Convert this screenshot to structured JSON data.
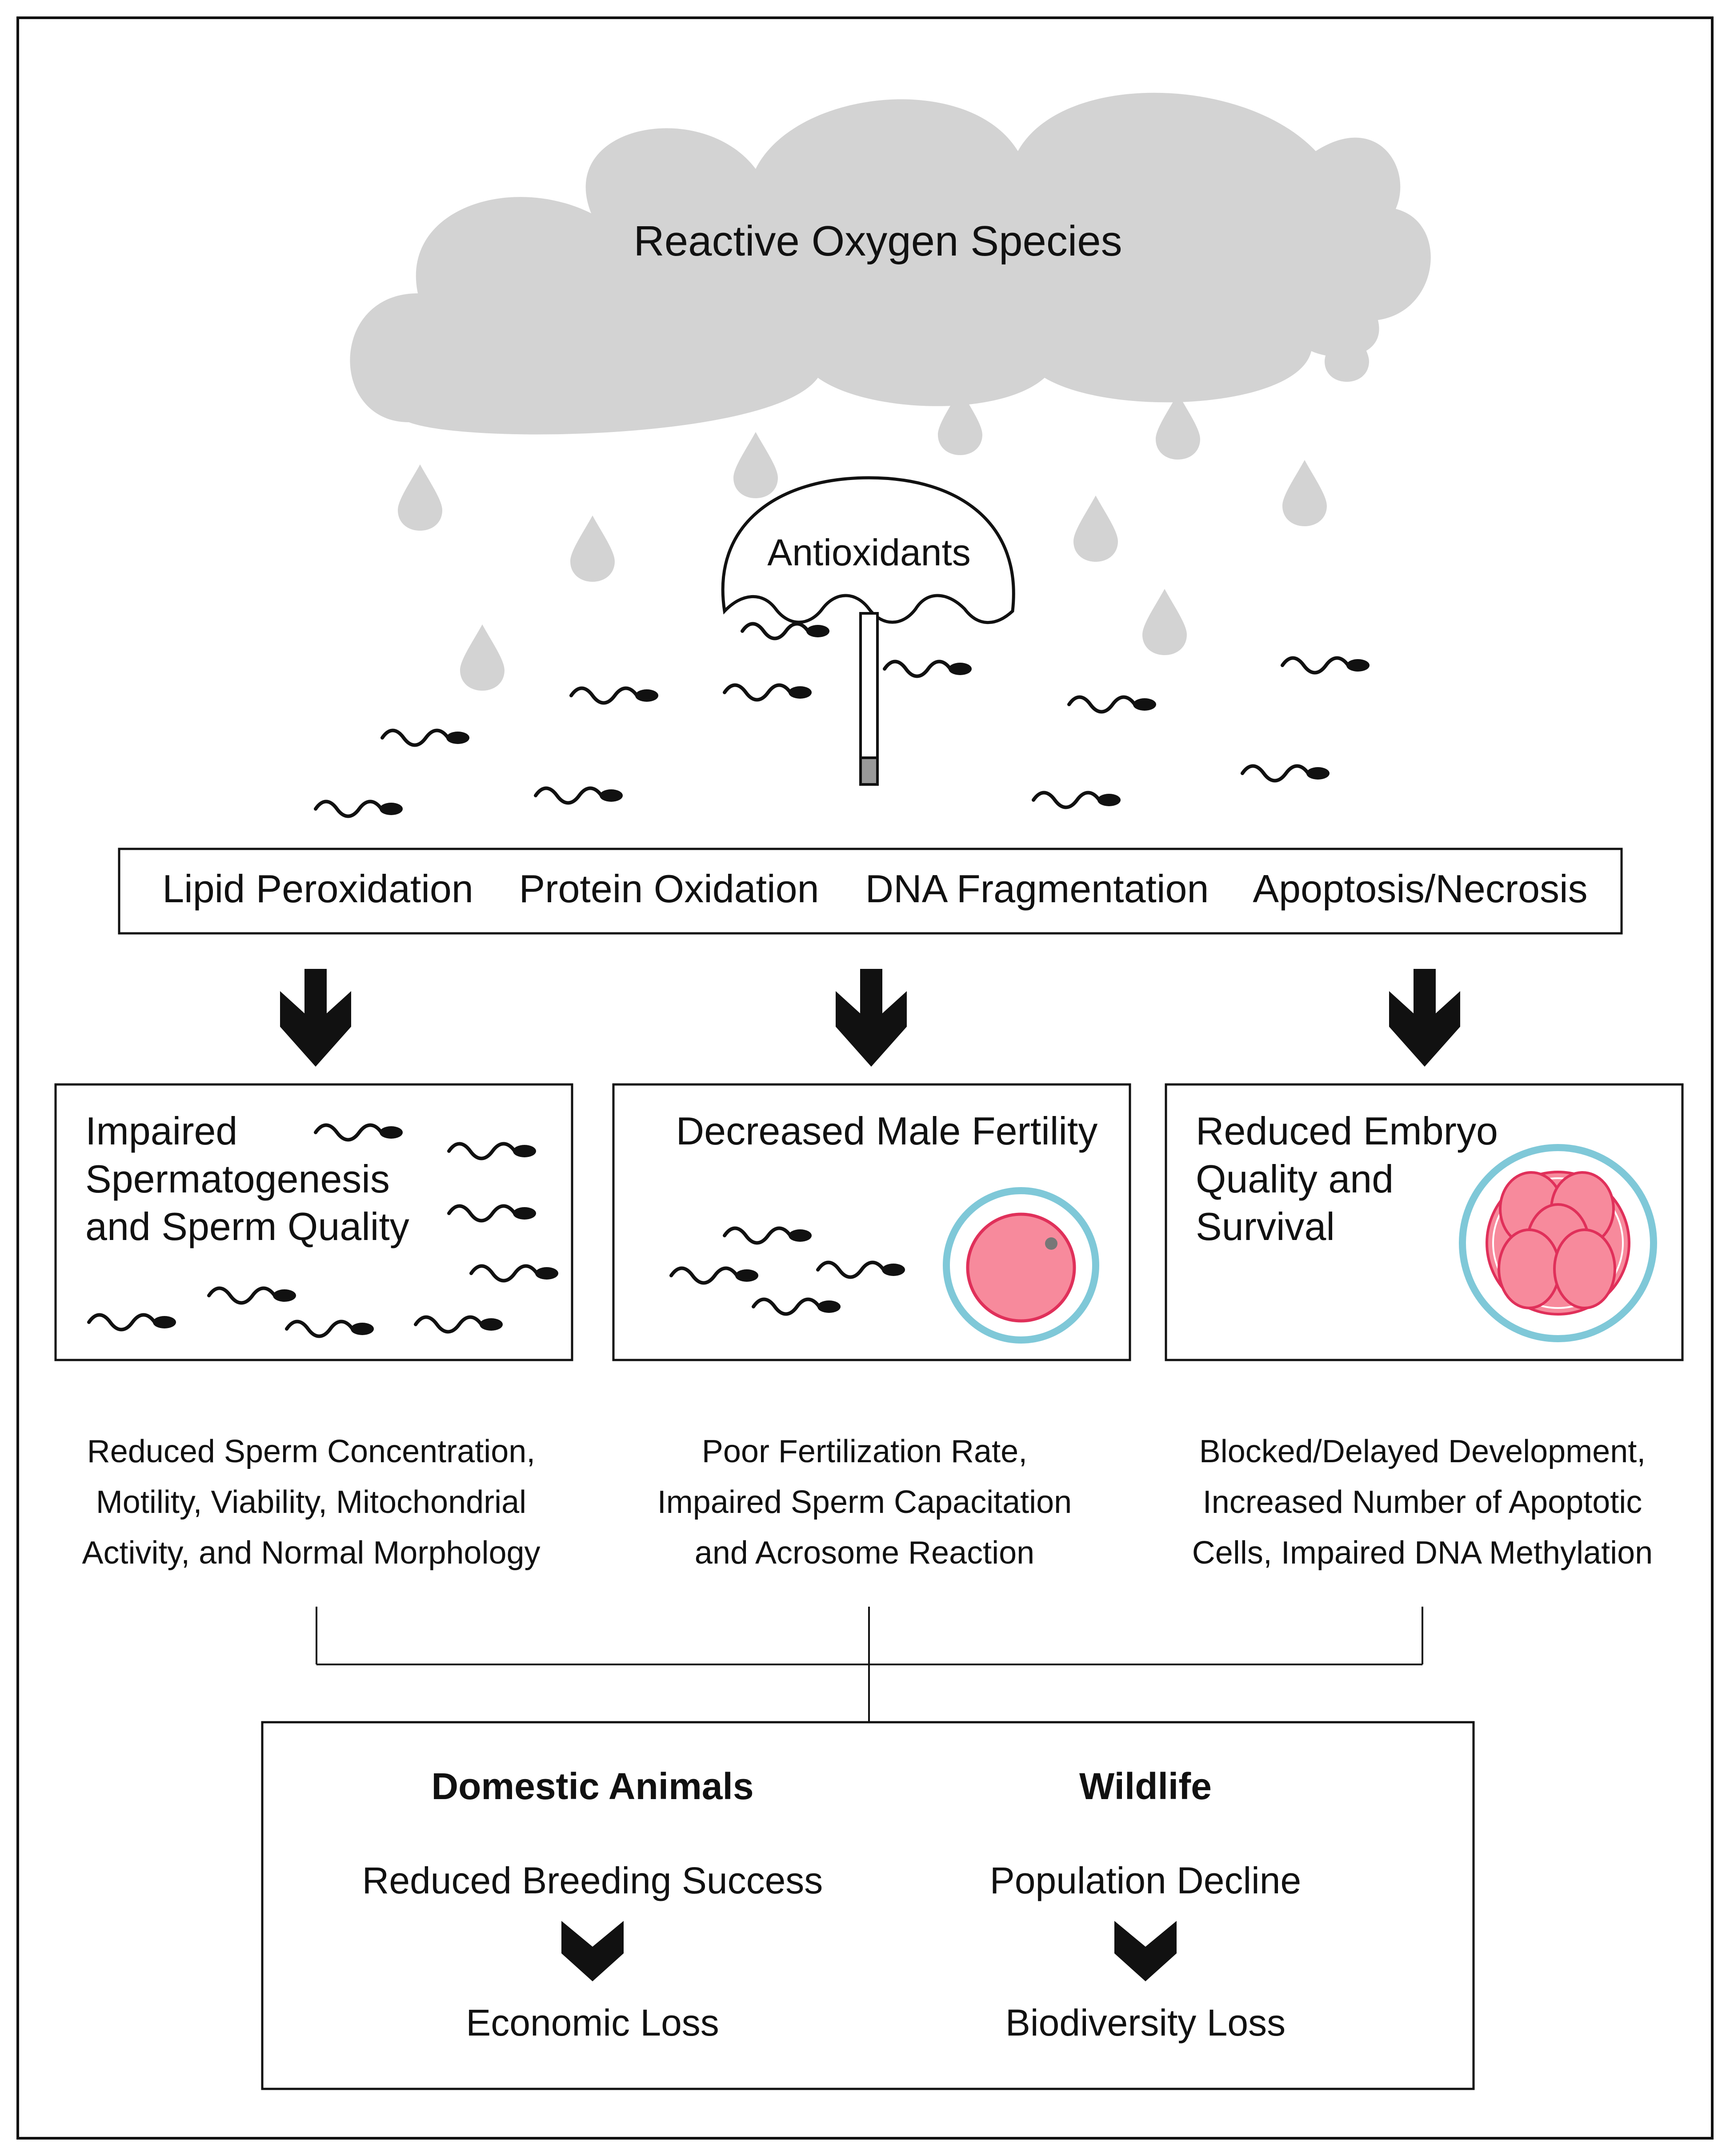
{
  "cloud": {
    "label": "Reactive Oxygen Species",
    "color": "#d3d3d3"
  },
  "umbrella": {
    "label": "Antioxidants"
  },
  "effects": [
    "Lipid Peroxidation",
    "Protein Oxidation",
    "DNA Fragmentation",
    "Apoptosis/Necrosis"
  ],
  "panels": [
    {
      "title_lines": [
        "Impaired",
        "Spermatogenesis",
        "and Sperm Quality"
      ],
      "desc_lines": [
        "Reduced Sperm Concentration,",
        "Motility, Viability, Mitochondrial",
        "Activity, and Normal Morphology"
      ]
    },
    {
      "title_lines": [
        "Decreased Male Fertility"
      ],
      "desc_lines": [
        "Poor Fertilization Rate,",
        "Impaired Sperm Capacitation",
        "and Acrosome Reaction"
      ]
    },
    {
      "title_lines": [
        "Reduced Embryo",
        "Quality and",
        "Survival"
      ],
      "desc_lines": [
        "Blocked/Delayed Development,",
        "Increased Number of Apoptotic",
        "Cells, Impaired DNA Methylation"
      ]
    }
  ],
  "outcomes": [
    {
      "heading": "Domestic Animals",
      "effect": "Reduced Breeding Success",
      "result": "Economic Loss"
    },
    {
      "heading": "Wildlife",
      "effect": "Population Decline",
      "result": "Biodiversity Loss"
    }
  ],
  "colors": {
    "oocyte_fill": "#f78a9c",
    "oocyte_stroke": "#e0305a",
    "zona": "#7fc8d8",
    "drop": "#d3d3d3"
  }
}
